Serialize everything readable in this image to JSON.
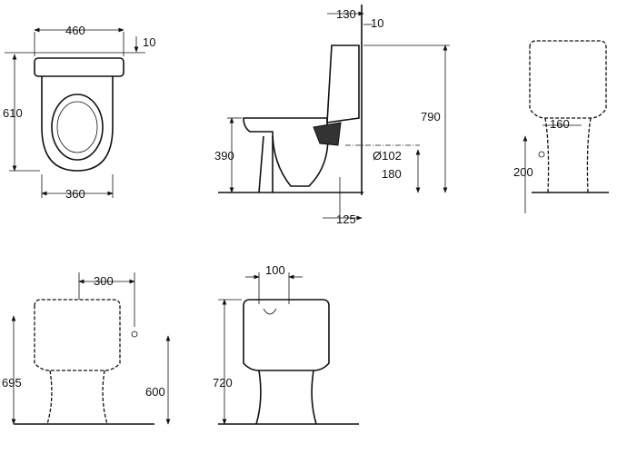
{
  "views": {
    "top": {
      "width": "460",
      "rim": "10",
      "depth": "610",
      "base_width": "360"
    },
    "side": {
      "tank_offset": "130",
      "wall_gap": "10",
      "total_height": "790",
      "seat_height": "390",
      "outlet_diameter": "Ø102",
      "outlet_height": "180",
      "outlet_distance": "125"
    },
    "rear": {
      "inlet_offset": "160",
      "inlet_height": "200"
    },
    "front": {
      "inlet_spacing": "300",
      "tank_height": "695",
      "inlet_height": "600"
    },
    "back": {
      "inlet_spacing": "100",
      "total_height": "720"
    }
  }
}
